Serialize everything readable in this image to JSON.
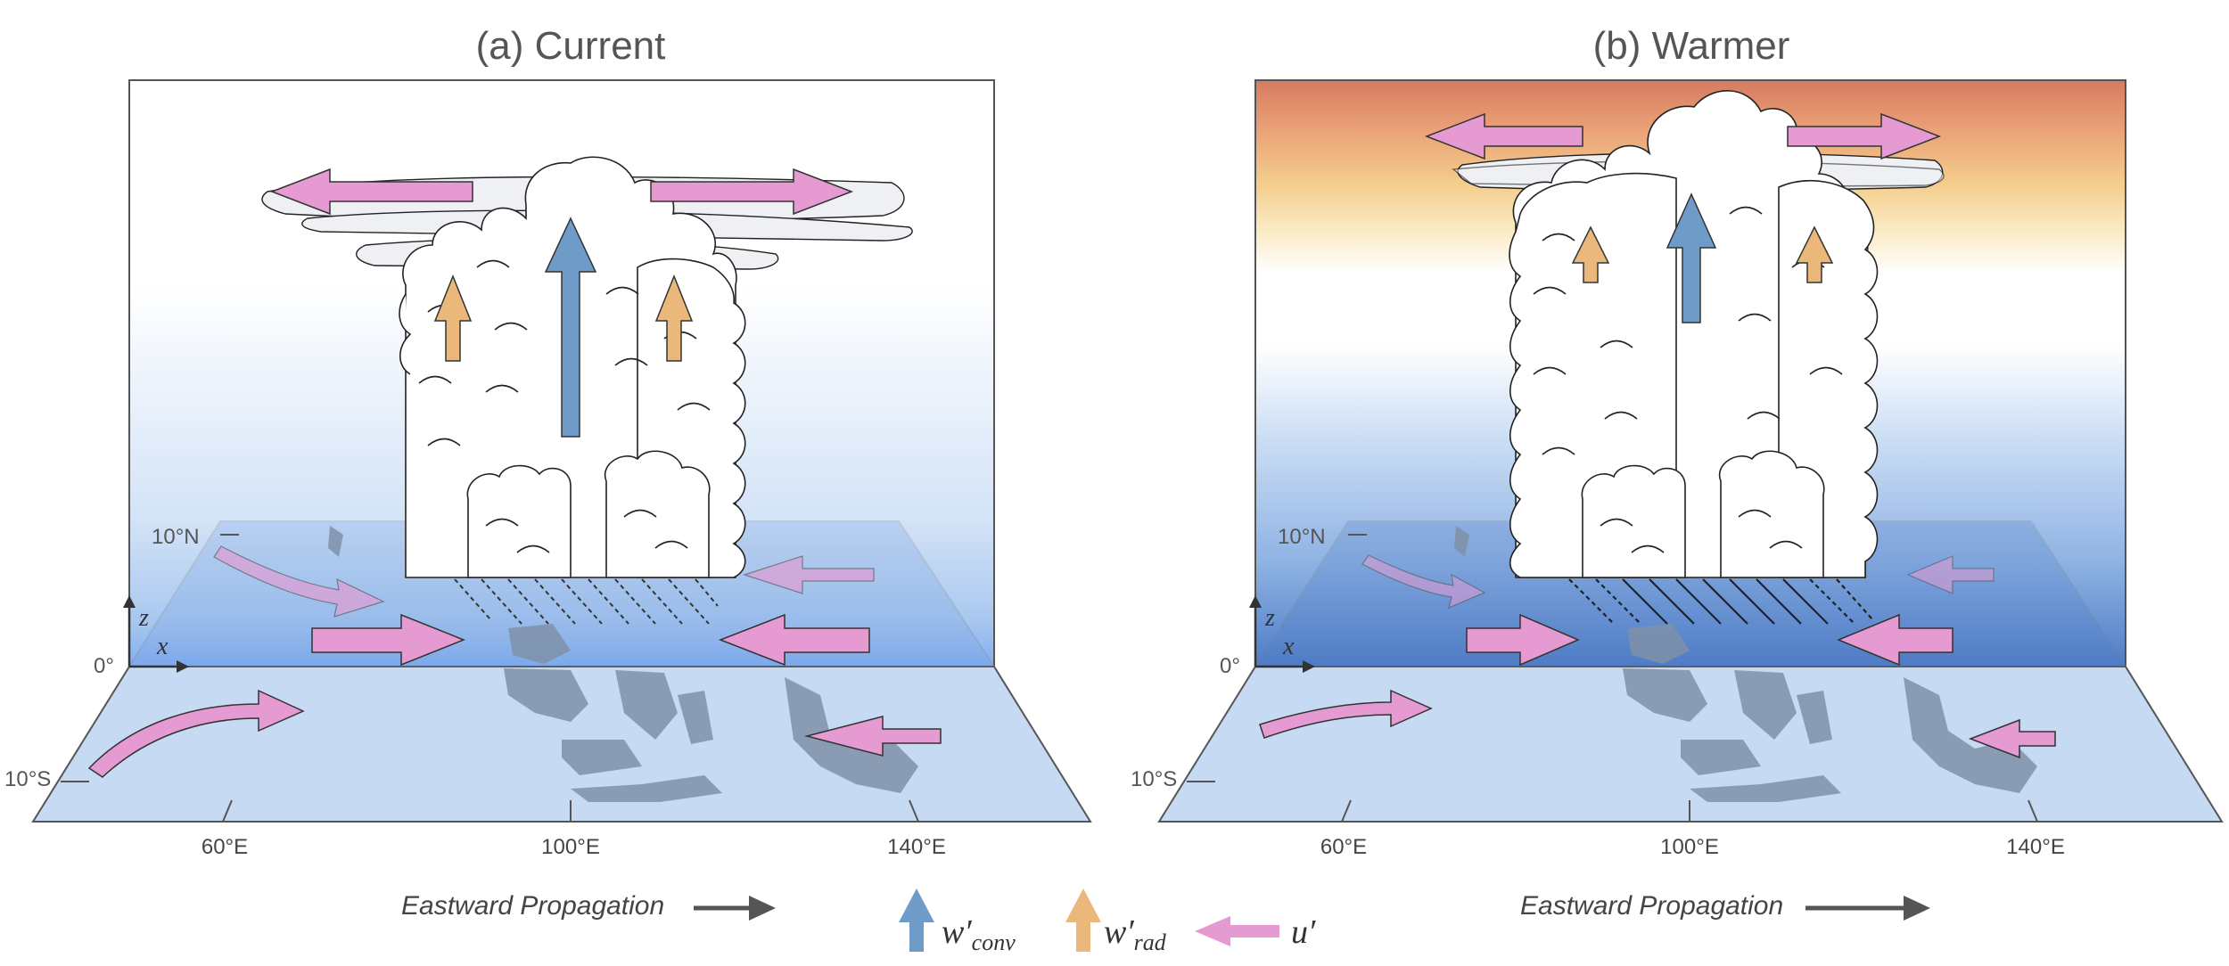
{
  "panels": [
    {
      "title": "(a) Current",
      "lat_labels": [
        "10°N",
        "0°",
        "10°S"
      ],
      "lon_labels": [
        "60°E",
        "100°E",
        "140°E"
      ],
      "axis_labels": [
        "z",
        "x"
      ],
      "propagation_label": "Eastward Propagation",
      "background": "cool"
    },
    {
      "title": "(b) Warmer",
      "lat_labels": [
        "10°N",
        "0°",
        "10°S"
      ],
      "lon_labels": [
        "60°E",
        "100°E",
        "140°E"
      ],
      "axis_labels": [
        "z",
        "x"
      ],
      "propagation_label": "Eastward Propagation",
      "background": "warm"
    }
  ],
  "legend": {
    "w_conv": {
      "symbol": "w′",
      "sub": "conv",
      "color": "#6f9bc8"
    },
    "w_rad": {
      "symbol": "w′",
      "sub": "rad",
      "color": "#e9b87a"
    },
    "u": {
      "symbol": "u′",
      "color": "#e59bd2"
    }
  },
  "colors": {
    "wind_arrow": "#e59bd2",
    "conv_arrow": "#6f9bc8",
    "rad_arrow": "#e9b87a",
    "floor": "#c6daf3",
    "warm_top": "#d67b60",
    "warm_mid": "#f4cf8e"
  }
}
